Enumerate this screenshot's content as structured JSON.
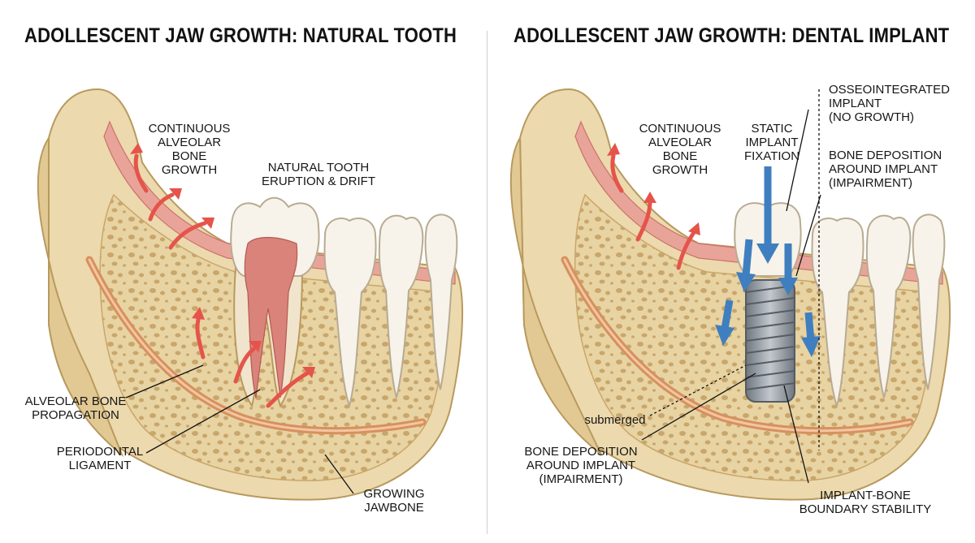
{
  "left_panel": {
    "title": "ADOLLESCENT JAW GROWTH: NATURAL TOOTH",
    "labels": {
      "bone_growth": "CONTINUOUS\nALVEOLAR\nBONE GROWTH",
      "eruption": "NATURAL TOOTH\nERUPTION & DRIFT",
      "propagation": "ALVEOLAR BONE\nPROPAGATION",
      "ligament": "PERIODONTAL\nLIGAMENT",
      "jawbone": "GROWING\nJAWBONE"
    }
  },
  "right_panel": {
    "title": "ADOLLESCENT JAW GROWTH: DENTAL IMPLANT",
    "labels": {
      "bone_growth": "CONTINUOUS\nALVEOLAR\nBONE GROWTH",
      "static": "STATIC\nIMPLANT\nFIXATION",
      "osseo": "OSSEOINTEGRATED\nIMPLANT\n(NO GROWTH)",
      "deposition_top": "BONE DEPOSITION\nAROUND IMPLANT\n(IMPAIRMENT)",
      "submerged": "submerged",
      "deposition_bottom": "BONE DEPOSITION\nAROUND IMPLANT\n(IMPAIRMENT)",
      "boundary": "IMPLANT-BONE\nBOUNDARY STABILITY"
    }
  },
  "colors": {
    "bone": "#ecd9ad",
    "bone_dark": "#d9bd84",
    "gum": "#e9a49a",
    "tooth": "#f7f3ea",
    "growth_arrow": "#e5544a",
    "implant_arrow": "#3f7fc0",
    "implant_metal": "#8c939b"
  }
}
